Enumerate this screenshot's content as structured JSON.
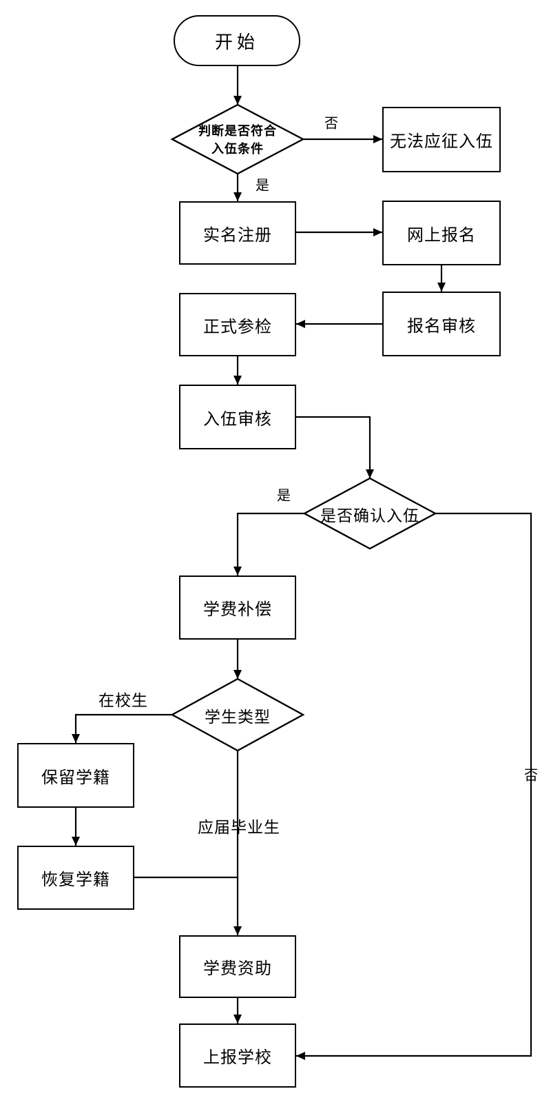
{
  "flowchart": {
    "nodes": {
      "start": {
        "label": "开始",
        "type": "terminator"
      },
      "check_eligibility": {
        "label_line1": "判断是否符合",
        "label_line2": "入伍条件",
        "type": "decision"
      },
      "cannot_enlist": {
        "label": "无法应征入伍",
        "type": "process"
      },
      "real_name_register": {
        "label": "实名注册",
        "type": "process"
      },
      "online_signup": {
        "label": "网上报名",
        "type": "process"
      },
      "formal_physical_exam": {
        "label": "正式参检",
        "type": "process"
      },
      "signup_review": {
        "label": "报名审核",
        "type": "process"
      },
      "enlistment_review": {
        "label": "入伍审核",
        "type": "process"
      },
      "confirm_enlistment": {
        "label": "是否确认入伍",
        "type": "decision"
      },
      "tuition_compensation": {
        "label": "学费补偿",
        "type": "process"
      },
      "student_type": {
        "label": "学生类型",
        "type": "decision"
      },
      "retain_enrollment": {
        "label": "保留学籍",
        "type": "process"
      },
      "restore_enrollment": {
        "label": "恢复学籍",
        "type": "process"
      },
      "tuition_subsidy": {
        "label": "学费资助",
        "type": "process"
      },
      "report_to_school": {
        "label": "上报学校",
        "type": "process"
      }
    },
    "edge_labels": {
      "check_no": "否",
      "check_yes": "是",
      "confirm_yes": "是",
      "confirm_no": "否",
      "student_in_school": "在校生",
      "student_fresh_graduate": "应届毕业生"
    },
    "colors": {
      "line": "#000000",
      "node_fill": "#ffffff",
      "background": "#ffffff"
    }
  }
}
